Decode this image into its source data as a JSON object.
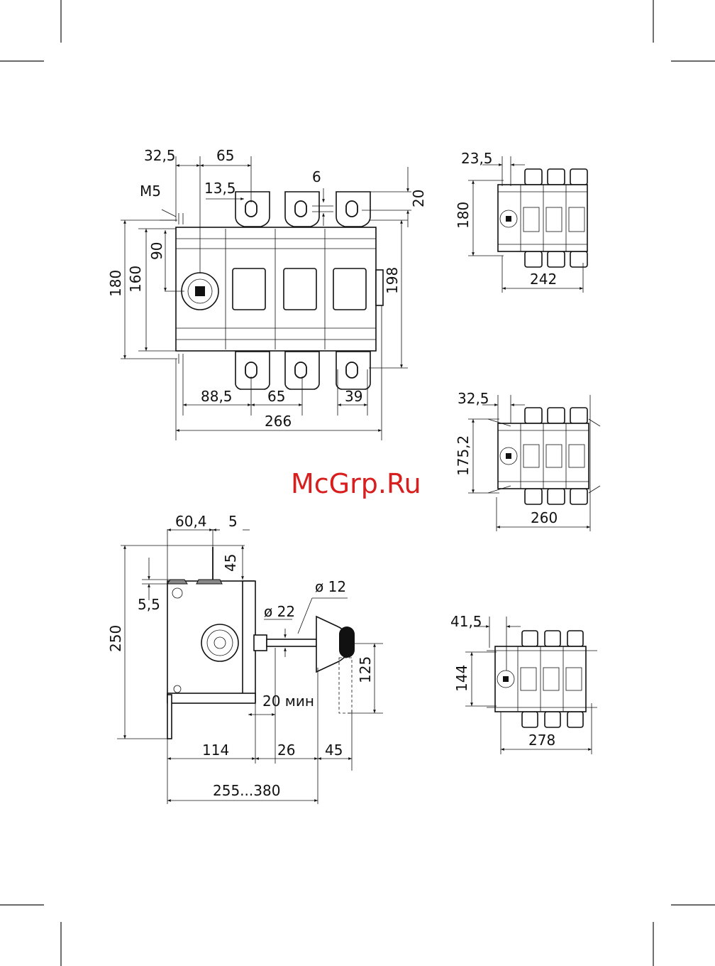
{
  "watermark": "McGrp.Ru",
  "top_view": {
    "d_32_5": "32,5",
    "d_65_top": "65",
    "d_13_5": "13,5",
    "m5": "M5",
    "d_6": "6",
    "d_20": "20",
    "d_90": "90",
    "d_180": "180",
    "d_160": "160",
    "d_198": "198",
    "d_88_5": "88,5",
    "d_65_bot": "65",
    "d_39": "39",
    "d_266": "266"
  },
  "side_view": {
    "d_60_4": "60,4",
    "d_5": "5",
    "d_45_v": "45",
    "d_5_5": "5,5",
    "d_250": "250",
    "dia_12": "ø 12",
    "dia_22": "ø 22",
    "d_125": "125",
    "d_20_min": "20 мин",
    "d_114": "114",
    "d_26": "26",
    "d_45_h": "45",
    "d_255_380": "255...380"
  },
  "small_view_1": {
    "d_23_5": "23,5",
    "d_180": "180",
    "d_242": "242"
  },
  "small_view_2": {
    "d_32_5": "32,5",
    "d_175_2": "175,2",
    "d_260": "260"
  },
  "small_view_3": {
    "d_41_5": "41,5",
    "d_144": "144",
    "d_278": "278"
  }
}
